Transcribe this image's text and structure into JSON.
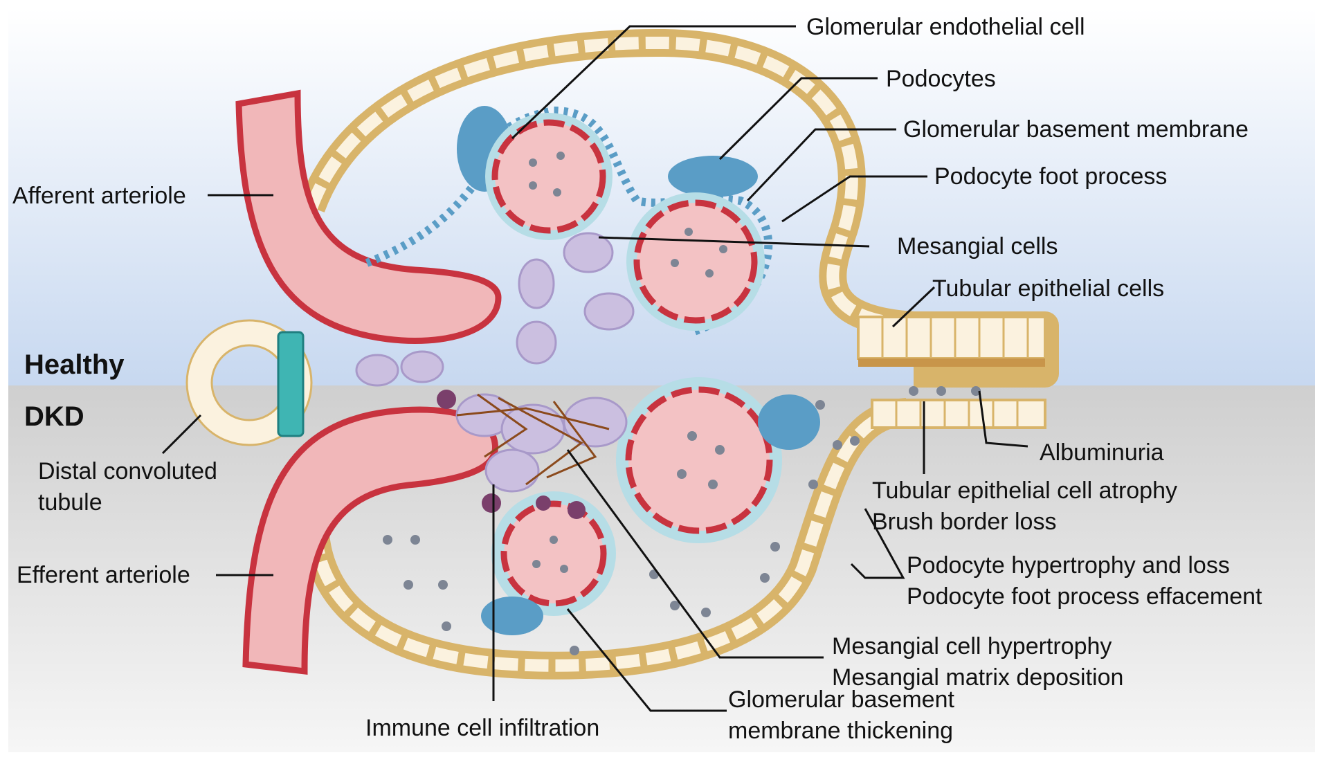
{
  "diagram": {
    "states": {
      "top": "Healthy",
      "bottom": "DKD"
    },
    "labels": {
      "glomerular_endothelial_cell": "Glomerular endothelial cell",
      "podocytes": "Podocytes",
      "glomerular_basement_membrane": "Glomerular basement membrane",
      "podocyte_foot_process": "Podocyte foot process",
      "mesangial_cells": "Mesangial cells",
      "tubular_epithelial_cells": "Tubular epithelial cells",
      "afferent_arteriole": "Afferent arteriole",
      "distal_convoluted_tubule": [
        "Distal convoluted",
        "tubule"
      ],
      "efferent_arteriole": "Efferent arteriole",
      "albuminuria": "Albuminuria",
      "tubular_atrophy": [
        "Tubular epithelial cell atrophy",
        "Brush border loss"
      ],
      "podocyte_hypertrophy": [
        "Podocyte hypertrophy and loss",
        "Podocyte foot process effacement"
      ],
      "mesangial_hypertrophy": [
        "Mesangial cell hypertrophy",
        "Mesangial matrix deposition"
      ],
      "gbm_thickening": [
        "Glomerular basement",
        "membrane thickening"
      ],
      "immune_cell_infiltration": "Immune cell infiltration"
    },
    "colors": {
      "healthy_bg": "#d4e1f3",
      "dkd_bg": "#d9d9d9",
      "capsule": "#d8b46a",
      "capsule_cell": "#fbf2df",
      "vessel_fill": "#f1b7b9",
      "vessel_edge": "#c8333f",
      "capillary_fill": "#f3c2c4",
      "gbm": "#b6dde6",
      "podocyte": "#5a9dc6",
      "mesangial": "#cbbfe0",
      "matrix_fibers": "#8b4a1c",
      "immune_cell": "#7a3f6b",
      "albumin": "#7d8594",
      "dct_teal": "#3fb5b3"
    }
  }
}
